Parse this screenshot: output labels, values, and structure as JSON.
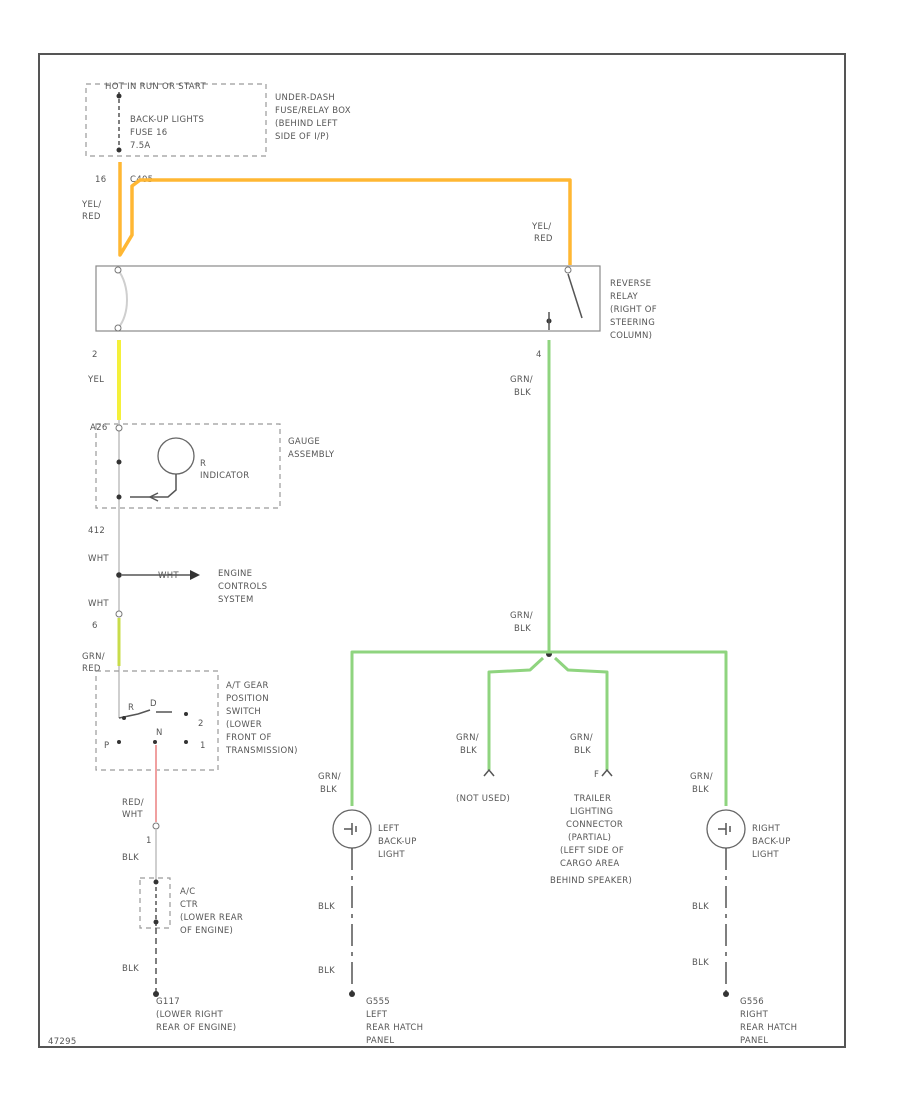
{
  "labels": {
    "hot_start": "HOT IN RUN OR START",
    "fuse_name": "BACK-UP LIGHTS",
    "fuse_num": "FUSE 16",
    "fuse_amp": "7.5A",
    "fuse_box_1": "UNDER-DASH",
    "fuse_box_2": "FUSE/RELAY BOX",
    "fuse_box_3": "(BEHIND LEFT",
    "fuse_box_4": "SIDE OF I/P)",
    "fuse_pin": "16",
    "fuse_conn": "C405",
    "wire_yel": "YEL/",
    "wire_red": "RED",
    "wire_yel2": "YEL/",
    "wire_red2": "RED",
    "relay_1": "REVERSE",
    "relay_2": "RELAY",
    "relay_3": "(RIGHT OF",
    "relay_4": "STEERING",
    "relay_5": "COLUMN)",
    "relay_pin2": "2",
    "relay_pin4": "4",
    "wire_yel_only": "YEL",
    "wire_grn_1": "GRN/",
    "wire_blk_1": "BLK",
    "gauge_conn": "A26",
    "gauge_1": "GAUGE",
    "gauge_2": "ASSEMBLY",
    "indicator_r": "R",
    "indicator": "INDICATOR",
    "conn_412": "412",
    "wht_1": "WHT",
    "wht_2": "WHT",
    "wht_3": "WHT",
    "engine_1": "ENGINE",
    "engine_2": "CONTROLS",
    "engine_3": "SYSTEM",
    "pin_6": "6",
    "wire_grn_2": "GRN/",
    "wire_blk_2": "BLK",
    "wire_grn_3": "GRN/",
    "wire_red_3": "RED",
    "gear_1": "A/T GEAR",
    "gear_2": "POSITION",
    "gear_3": "SWITCH",
    "gear_4": "(LOWER",
    "gear_5": "FRONT OF",
    "gear_6": "TRANSMISSION)",
    "gear_r": "R",
    "gear_d": "D",
    "gear_2pos": "2",
    "gear_1pos": "1",
    "gear_p": "P",
    "gear_n": "N",
    "wire_red_4": "RED/",
    "wire_wht_4": "WHT",
    "pin_1": "1",
    "wire_blk_5": "BLK",
    "ctr_1": "A/C",
    "ctr_2": "CTR",
    "ctr_3": "(LOWER REAR",
    "ctr_4": "OF ENGINE)",
    "wire_blk_6": "BLK",
    "gnd_1": "G117",
    "gnd_2": "(LOWER RIGHT",
    "gnd_3": "REAR OF ENGINE)",
    "wire_grn_7": "GRN/",
    "wire_blk_7": "BLK",
    "left_1": "LEFT",
    "left_2": "BACK-UP",
    "left_3": "LIGHT",
    "wire_blk_8": "BLK",
    "wire_blk_9": "BLK",
    "gnd_l_1": "G555",
    "gnd_l_2": "LEFT",
    "gnd_l_3": "REAR HATCH",
    "gnd_l_4": "PANEL",
    "wire_grn_10": "GRN/",
    "wire_blk_10": "BLK",
    "not_used": "(NOT USED)",
    "wire_grn_11": "GRN/",
    "wire_blk_11": "BLK",
    "trailer_pin": "F",
    "trailer_1": "TRAILER",
    "trailer_2": "LIGHTING",
    "trailer_3": "CONNECTOR",
    "trailer_4": "(PARTIAL)",
    "trailer_5": "(LEFT SIDE OF",
    "trailer_6": "CARGO AREA",
    "trailer_7": "BEHIND SPEAKER)",
    "wire_grn_12": "GRN/",
    "wire_blk_12": "BLK",
    "right_1": "RIGHT",
    "right_2": "BACK-UP",
    "right_3": "LIGHT",
    "wire_blk_13": "BLK",
    "wire_blk_14": "BLK",
    "gnd_r_1": "G556",
    "gnd_r_2": "RIGHT",
    "gnd_r_3": "REAR HATCH",
    "gnd_r_4": "PANEL",
    "code": "47295"
  },
  "colors": {
    "orange_wire": "#ffb733",
    "yellow_wire": "#f4f03a",
    "green_wire": "#8fd47f",
    "red_wire": "#f0a0a0"
  }
}
